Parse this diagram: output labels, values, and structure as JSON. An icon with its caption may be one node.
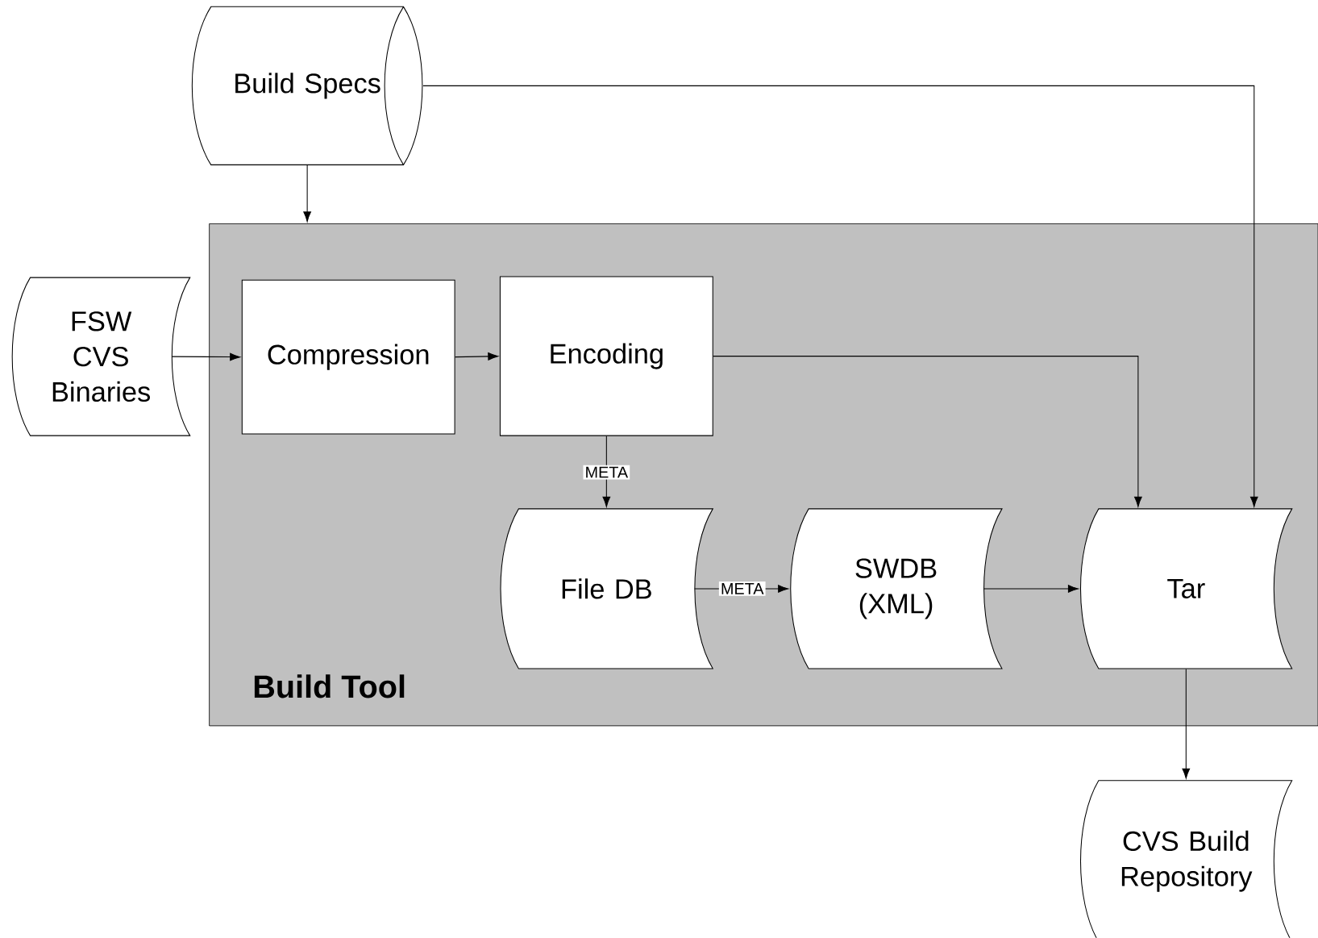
{
  "diagram": {
    "nodes": [
      {
        "text": [
          "Build Tool"
        ]
      },
      {
        "text": [
          "Build Specs"
        ]
      },
      {
        "text": [
          "FSW CVS Binaries"
        ]
      },
      {
        "text": [
          "Compression"
        ],
        "in": 0
      },
      {
        "text": [
          "Encoding"
        ],
        "in": 0
      },
      {
        "text": [
          "File DB"
        ],
        "in": 0
      },
      {
        "text": [
          "SWDB (XML)"
        ],
        "in": 0
      },
      {
        "text": [
          "Tar"
        ],
        "in": 0
      },
      {
        "text": [
          "CVS Build Repository"
        ]
      }
    ],
    "edges": [
      {
        "from": 1,
        "to": 0,
        "arrow": "to"
      },
      {
        "from": 1,
        "to": 7,
        "arrow": "to"
      },
      {
        "from": 2,
        "to": 3,
        "arrow": "to"
      },
      {
        "from": 3,
        "to": 4,
        "arrow": "to"
      },
      {
        "from": 4,
        "to": 5,
        "arrow": "to",
        "label": "META"
      },
      {
        "from": 4,
        "to": 7,
        "arrow": "to"
      },
      {
        "from": 5,
        "to": 6,
        "arrow": "to",
        "label": "META"
      },
      {
        "from": 6,
        "to": 7,
        "arrow": "to"
      },
      {
        "from": 7,
        "to": 8,
        "arrow": "to"
      }
    ]
  }
}
